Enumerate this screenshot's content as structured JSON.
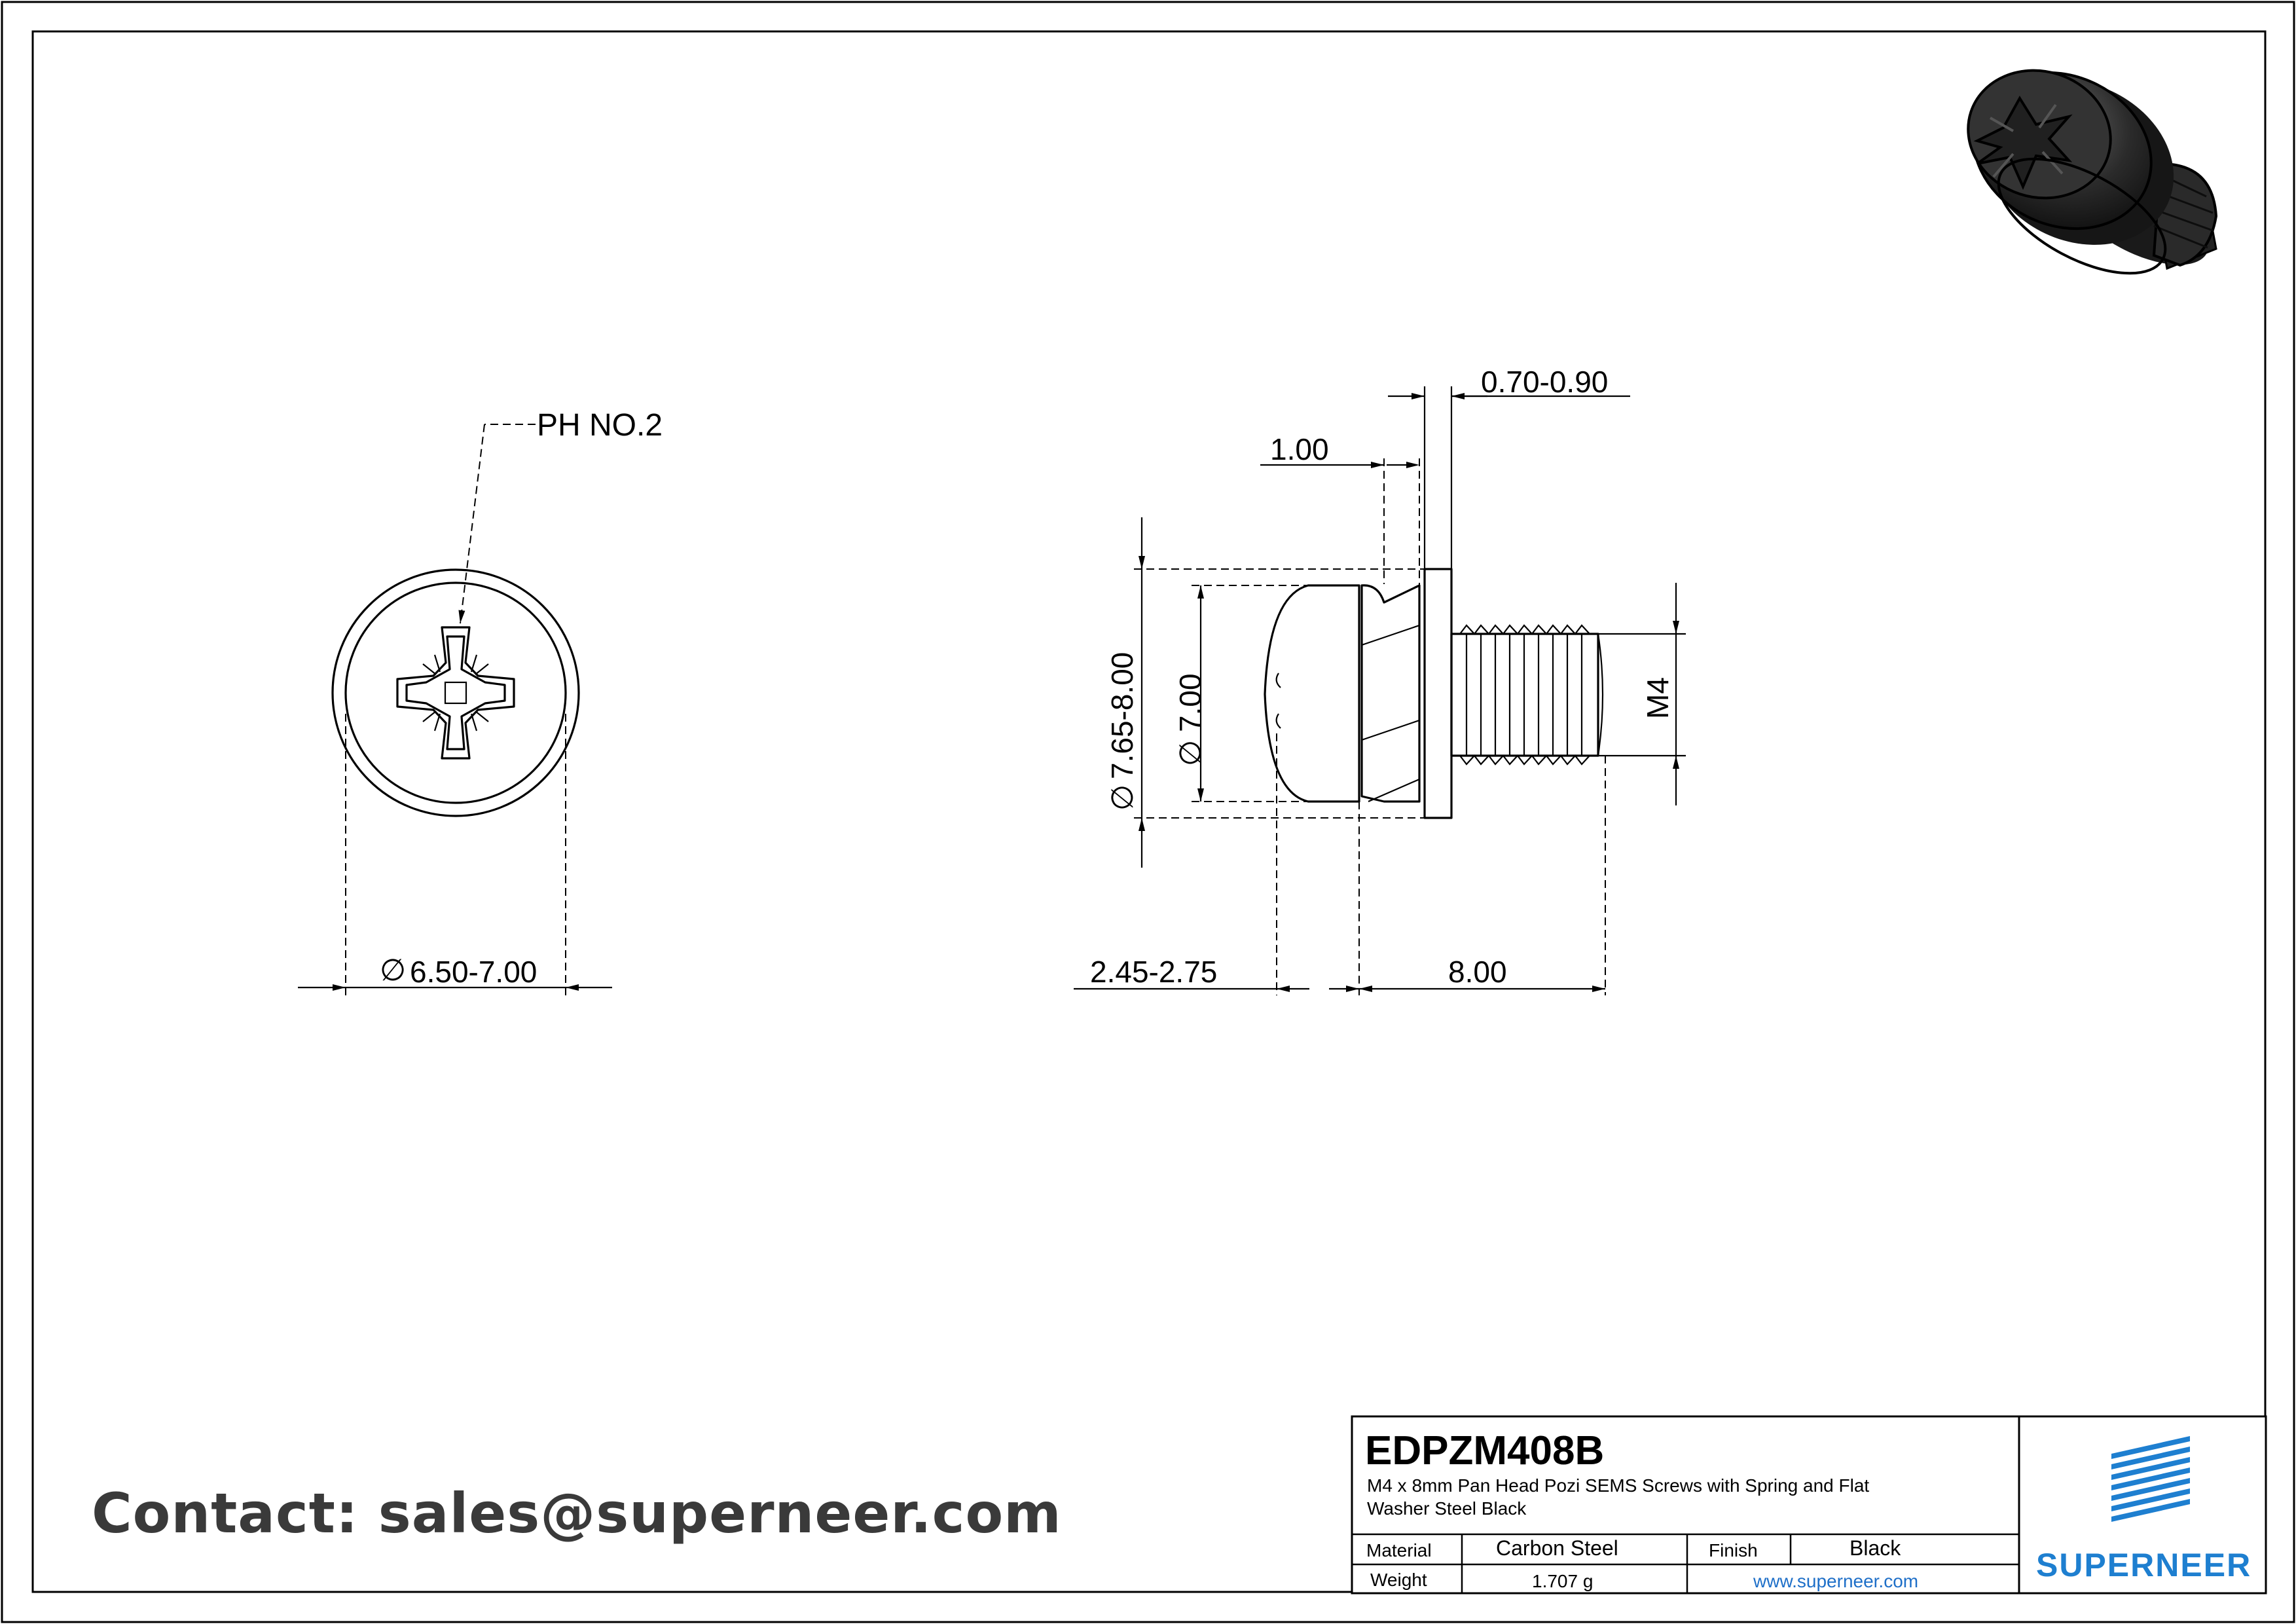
{
  "drawing": {
    "callout_drive": "PH NO.2",
    "dim_head_diameter": "6.50-7.00",
    "dim_washer_thickness_flat": "0.70-0.90",
    "dim_spring_washer": "1.00",
    "dim_outer_diameter": "7.65-8.00",
    "dim_head_dia_side": "7.00",
    "dim_thread": "M4",
    "dim_head_height": "2.45-2.75",
    "dim_length": "8.00",
    "diameter_symbol": "∅"
  },
  "contact": "Contact: sales@superneer.com",
  "title_block": {
    "part_number": "EDPZM408B",
    "description_line1": "M4 x 8mm Pan Head Pozi SEMS Screws with Spring and Flat",
    "description_line2": "Washer Steel Black",
    "material_label": "Material",
    "material_value": "Carbon Steel",
    "finish_label": "Finish",
    "finish_value": "Black",
    "weight_label": "Weight",
    "weight_value": "1.707 g",
    "website": "www.superneer.com",
    "brand": "SUPERNEER",
    "brand_color": "#1e7fd0"
  },
  "colors": {
    "website_link": "#1e6fc8",
    "contact_text": "#3a3a3a"
  }
}
